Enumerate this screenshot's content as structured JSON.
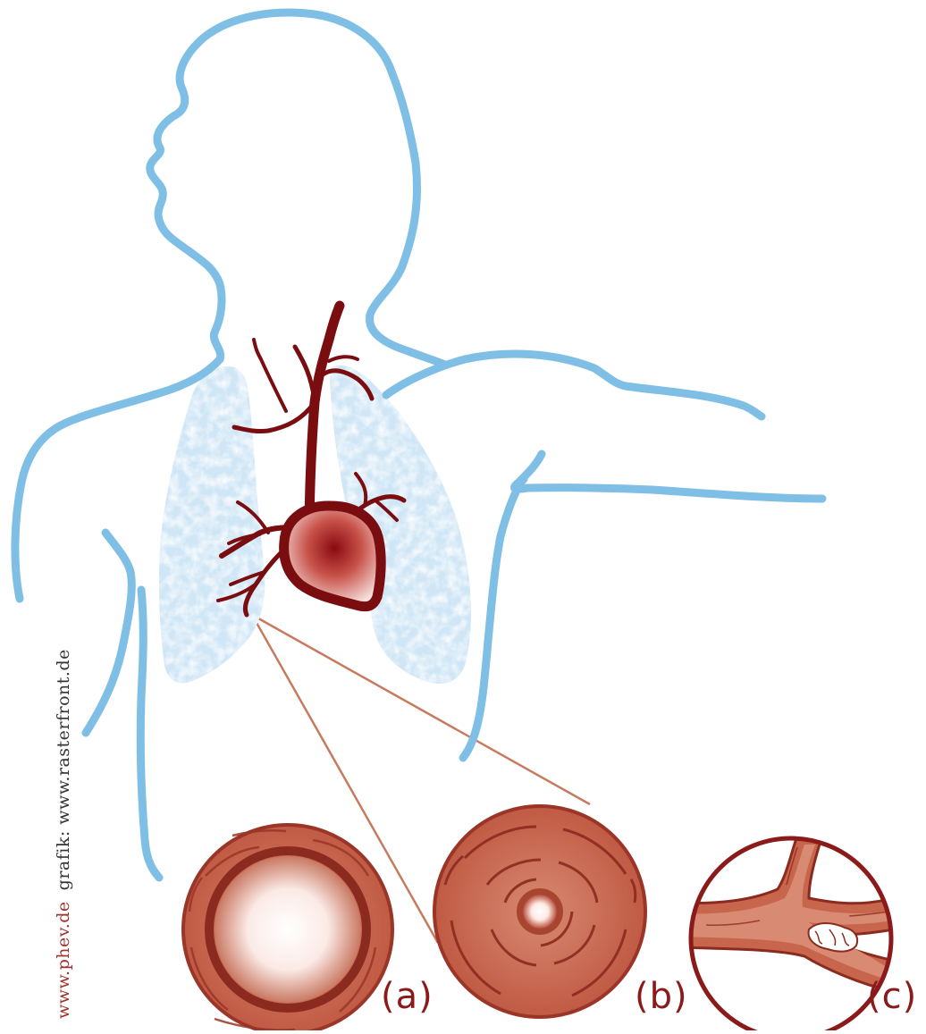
{
  "diagram": {
    "panels": [
      {
        "label": "(a)"
      },
      {
        "label": "(b)"
      },
      {
        "label": "(c)"
      }
    ],
    "credit": {
      "site": "www.phev.de",
      "graphic": "grafik: www.rasterfront.de"
    },
    "colors": {
      "body_outline": "#7fbfe6",
      "lung_fill": "#cfe6f6",
      "vessel": "#7a0d10",
      "artery_tissue": "#c8664d",
      "artery_dark": "#9b3527",
      "zoom_line": "#c77a5e",
      "label": "#8b1a1a"
    },
    "icons": [
      "human-body-outline",
      "lungs",
      "heart",
      "pulmonary-arteries",
      "artery-cross-section",
      "artery-branch"
    ]
  }
}
